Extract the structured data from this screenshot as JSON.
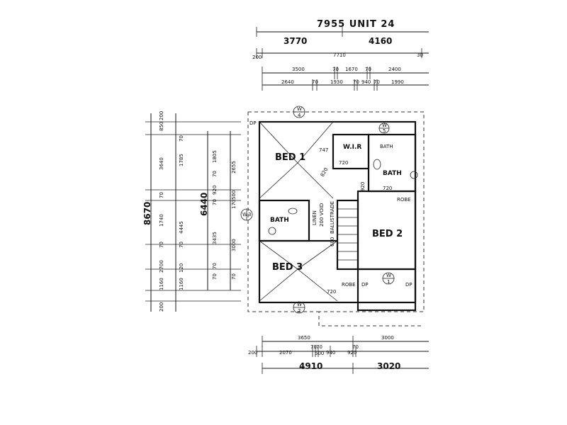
{
  "title": "7955 UNIT 24",
  "top_dims": {
    "row1": [
      "3770",
      "4160"
    ],
    "row2": [
      "200",
      "7710",
      "30"
    ],
    "row3": [
      "3500",
      "70",
      "1670",
      "70",
      "2400"
    ],
    "row4": [
      "2640",
      "70",
      "1930",
      "70",
      "940",
      "70",
      "1990"
    ]
  },
  "bottom_dims": {
    "row1": [
      "3650",
      "3000"
    ],
    "row2": [
      "200",
      "2070",
      "70",
      "70",
      "500",
      "940",
      "70",
      "920"
    ],
    "row3": [
      "4910",
      "3020"
    ]
  },
  "left_dims": {
    "overall_a": "8670",
    "overall_b": "6440",
    "col1": [
      "200",
      "850",
      "3640",
      "70",
      "1740",
      "70",
      "2700",
      "1160",
      "200"
    ],
    "col2": [
      "70",
      "1785",
      "4445",
      "70",
      "120",
      "1160"
    ],
    "col3": [
      "1805",
      "70",
      "920",
      "70",
      "3435",
      "70",
      "70"
    ],
    "col4": [
      "2655",
      "500",
      "170",
      "3000",
      "70"
    ]
  },
  "rooms": {
    "bed1": "BED 1",
    "bed2": "BED 2",
    "bed3": "BED 3",
    "bath": "BATH",
    "bath2": "BATH",
    "wir": "W.I.R",
    "bath_small": "BATH"
  },
  "room_dims": {
    "d747": "747",
    "d720a": "720",
    "d720b": "720",
    "d720c": "720",
    "d920": "920",
    "d820": "820",
    "d600": "600"
  },
  "small_labels": {
    "robe1": "ROBE",
    "robe2": "ROBE",
    "balustrade": "BALUSTRADE",
    "void": "VOID",
    "linen": "LINEN",
    "void_dim": "200 VOID",
    "dp1": "DP",
    "dp2": "DP",
    "dp3": "DP"
  },
  "window_markers": [
    {
      "id": "w4",
      "top": "W",
      "bottom": "4"
    },
    {
      "id": "w5",
      "top": "W",
      "bottom": "5"
    },
    {
      "id": "w3",
      "top": "W",
      "bottom": "3"
    },
    {
      "id": "w1",
      "top": "W",
      "bottom": "1"
    },
    {
      "id": "w2",
      "top": "W",
      "bottom": "2"
    }
  ]
}
